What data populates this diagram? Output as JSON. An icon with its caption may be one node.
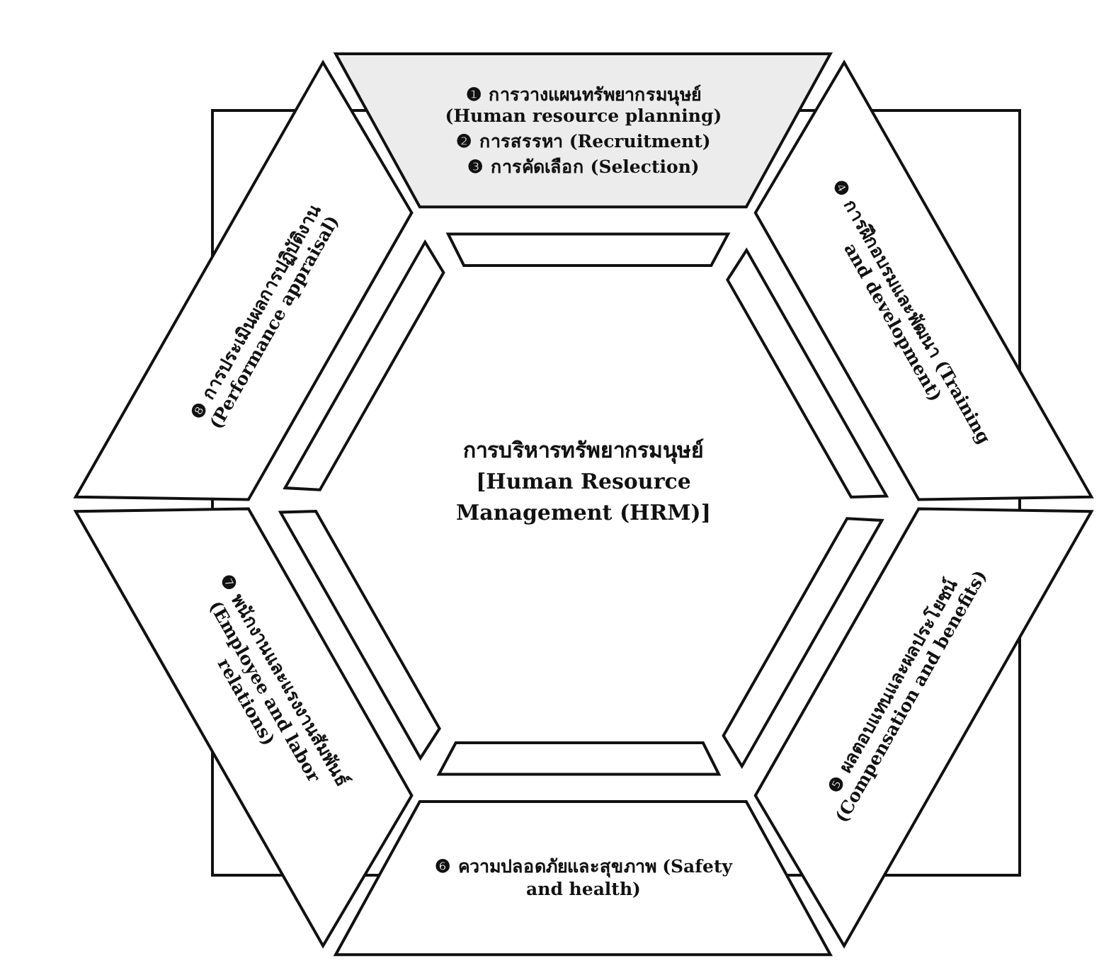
{
  "diagram": {
    "nodes": [
      {
        "text": [
          "❶ การวางแผนทรัพยากรมนุษย์ (Human resource planning)",
          "❷ การสรรหา (Recruitment)",
          "❸ การคัดเลือก (Selection)"
        ]
      },
      {
        "text": [
          "❹ การฝึกอบรมและพัฒนา (Training and development)"
        ]
      },
      {
        "text": [
          "❺ ผลตอบแทนและผลประโยชน์ (Compensation and benefits)"
        ]
      },
      {
        "text": [
          "❻ ความปลอดภัยและสุขภาพ (Safety and health)"
        ]
      },
      {
        "text": [
          "❼ พนักงานและแรงงานสัมพันธ์ (Employee and labor relations)"
        ]
      },
      {
        "text": [
          "❽ การประเมินผลการปฏิบัติงาน (Performance appraisal)"
        ]
      },
      {
        "text": [
          "การบริหารทรัพยากรมนุษย์ [Human Resource Management (HRM)]"
        ]
      }
    ]
  }
}
